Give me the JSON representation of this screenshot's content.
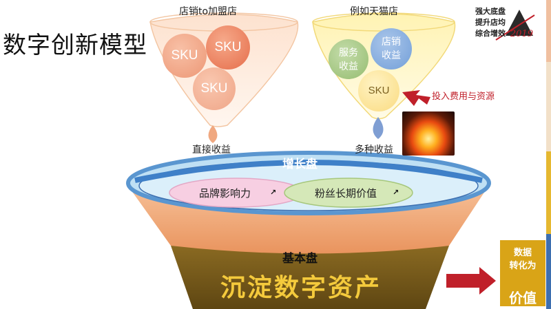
{
  "title": "数字创新模型",
  "left_funnel": {
    "label": "店销to加盟店",
    "circles": [
      "SKU",
      "SKU",
      "SKU"
    ],
    "output": "直接收益"
  },
  "right_funnel": {
    "label": "例如天猫店",
    "circles": [
      [
        "服务",
        "收益"
      ],
      [
        "店销",
        "收益"
      ],
      [
        "SKU"
      ]
    ],
    "output": "多种收益",
    "input_label": "投入费用与资源"
  },
  "logo": {
    "lines": [
      "强大底盘",
      "提升店均",
      "综合增效"
    ],
    "year": "2019"
  },
  "growth": {
    "label": "增长盘",
    "pills": [
      "品牌影响力",
      "粉丝长期价值"
    ]
  },
  "base": {
    "label": "基本盘",
    "sediment": "沉淀数字资产"
  },
  "value_box": {
    "line1": "数据",
    "line2": "转化为",
    "line3": "价值"
  },
  "colors": {
    "orange_funnel": "#f0ad7c",
    "brown_base": "#7a5c1c",
    "blue_ring": "#4a90d9",
    "gold": "#d9a417",
    "arrow_red": "#c0202a"
  }
}
